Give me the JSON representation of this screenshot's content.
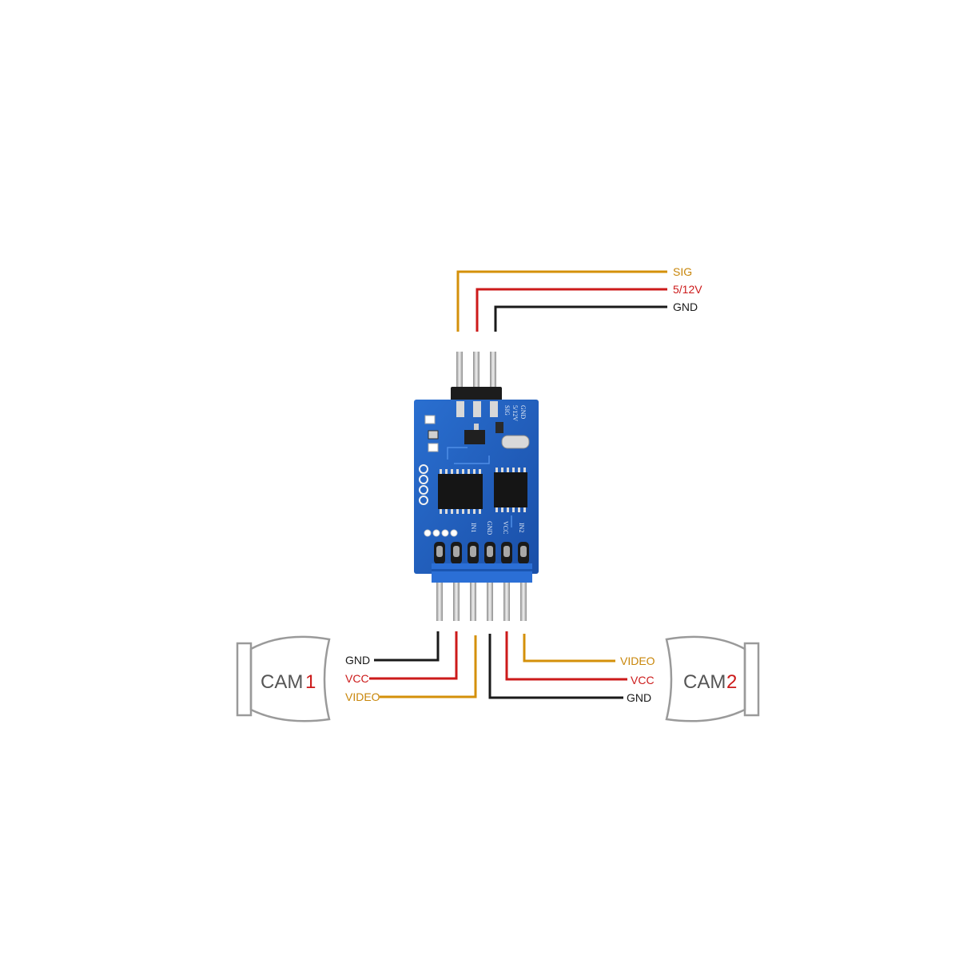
{
  "input_labels": {
    "sig": "SIG",
    "power": "5/12V",
    "gnd": "GND"
  },
  "board_silk": {
    "gnd": "GND",
    "power": "5/12V",
    "sig": "SIG",
    "in1": "IN1",
    "gnd2": "GND",
    "vcc": "VCC",
    "in2": "IN2"
  },
  "cam1": {
    "label": "CAM",
    "number": "1",
    "wires": {
      "gnd": "GND",
      "vcc": "VCC",
      "video": "VIDEO"
    }
  },
  "cam2": {
    "label": "CAM",
    "number": "2",
    "wires": {
      "video": "VIDEO",
      "vcc": "VCC",
      "gnd": "GND"
    }
  },
  "colors": {
    "signal": "#d4900a",
    "power": "#cc1a1a",
    "ground": "#1a1a1a",
    "board": "#1f5fbf",
    "header_blue": "#2b6fd6",
    "camera_outline": "#9a9a9a"
  }
}
